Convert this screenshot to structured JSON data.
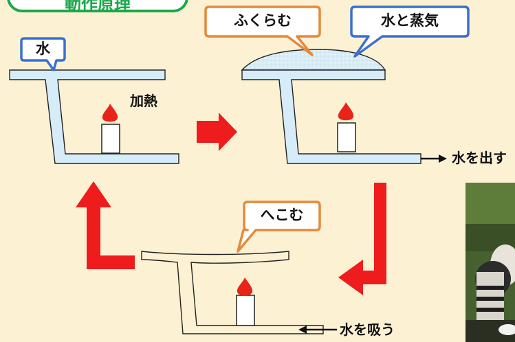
{
  "title": "動作原理",
  "labels": {
    "water": "水",
    "heating": "加熱",
    "swell": "ふくらむ",
    "water_and_steam": "水と蒸気",
    "push_water": "水を出す",
    "dent": "へこむ",
    "suck_water": "水を吸う"
  },
  "colors": {
    "bubble_blue": "#3b6fd0",
    "bubble_orange": "#e6893a",
    "arrow_red": "#ee1c1c",
    "title_green": "#1aa84a",
    "pipe_fill": "#d6ecf8",
    "flame": "#e8241a"
  },
  "icons": {
    "candle": "candle-icon",
    "flame": "flame-icon",
    "arrow_right": "red-arrow-right-icon",
    "arrow_down": "red-arrow-down-icon",
    "arrow_up": "red-arrow-up-icon"
  }
}
